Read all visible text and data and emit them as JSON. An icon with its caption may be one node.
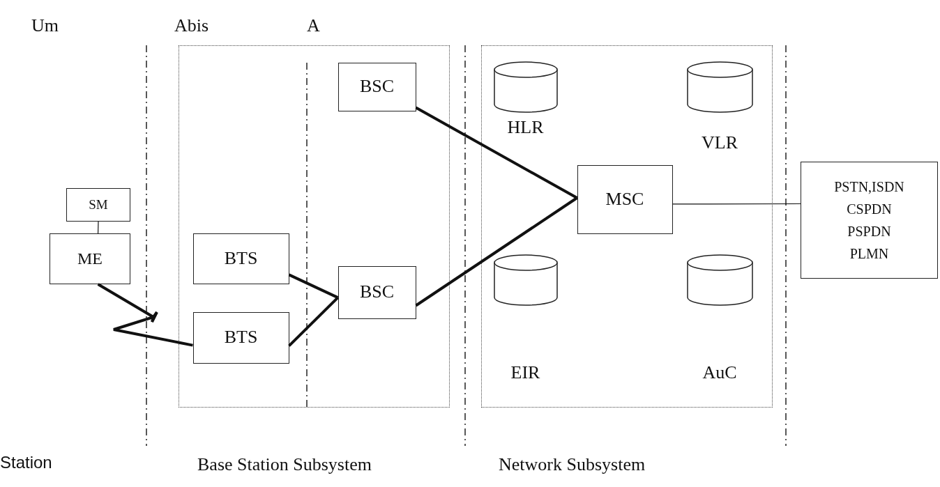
{
  "diagram": {
    "nodes": [
      {
        "text": [],
        "shape": "box"
      },
      {
        "text": [],
        "shape": "box"
      },
      {
        "text": [
          "SM"
        ]
      },
      {
        "text": [
          "ME"
        ]
      },
      {
        "text": [
          "BTS"
        ],
        "in": 0
      },
      {
        "text": [
          "BTS"
        ],
        "in": 0
      },
      {
        "text": [
          "BSC"
        ],
        "in": 0
      },
      {
        "text": [
          "BSC"
        ],
        "in": 0
      },
      {
        "text": [
          "HLR"
        ],
        "in": 1
      },
      {
        "text": [
          "VLR"
        ],
        "in": 1
      },
      {
        "text": [
          "MSC"
        ],
        "in": 1
      },
      {
        "text": [
          "EIR"
        ],
        "in": 1
      },
      {
        "text": [
          "AuC"
        ],
        "in": 1
      },
      {
        "text": [
          "PSTN,ISDN",
          "CSPDN",
          "PSPDN",
          "PLMN"
        ]
      }
    ],
    "edges": [
      {
        "from": 2,
        "to": 3,
        "arrow": "none"
      },
      {
        "from": 3,
        "to": 5,
        "arrow": "none"
      },
      {
        "from": 4,
        "to": 7,
        "arrow": "none"
      },
      {
        "from": 5,
        "to": 7,
        "arrow": "none"
      },
      {
        "from": 6,
        "to": 10,
        "arrow": "none"
      },
      {
        "from": 7,
        "to": 10,
        "arrow": "none"
      },
      {
        "from": 10,
        "to": 13,
        "arrow": "none"
      }
    ],
    "labels": [
      "Um",
      "Abis",
      "A",
      "Station",
      "Base Station Subsystem",
      "Network Subsystem"
    ]
  }
}
